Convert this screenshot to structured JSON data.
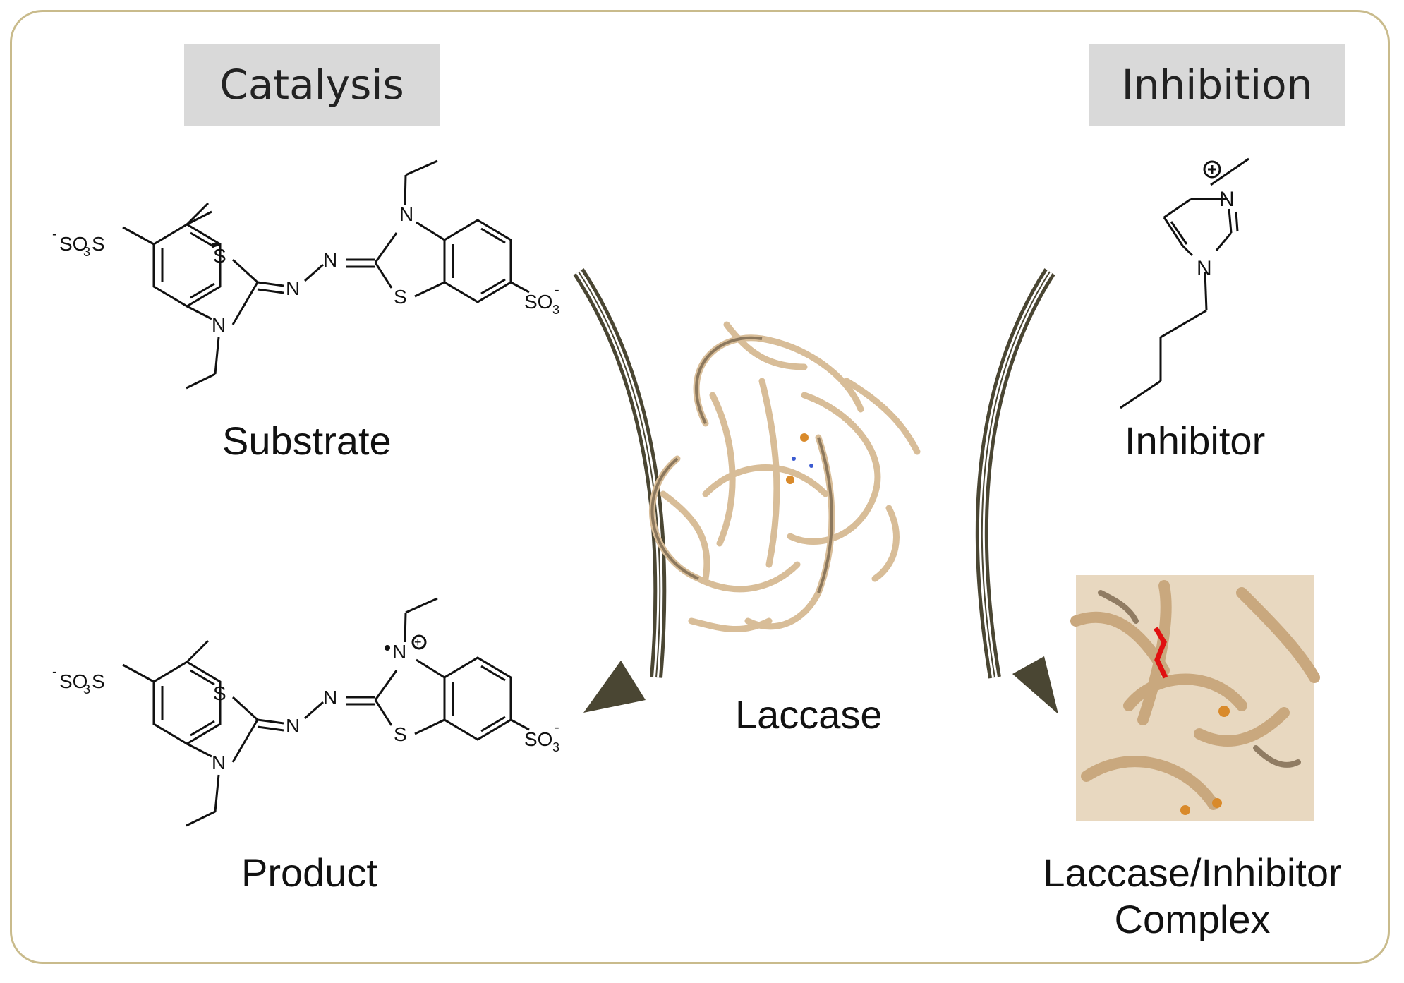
{
  "headers": {
    "catalysis": "Catalysis",
    "inhibition": "Inhibition"
  },
  "labels": {
    "substrate": "Substrate",
    "product": "Product",
    "laccase": "Laccase",
    "inhibitor": "Inhibitor",
    "complex_line1": "Laccase/Inhibitor",
    "complex_line2": "Complex"
  },
  "atoms": {
    "N": "N",
    "S": "S",
    "SO3": "SO",
    "sub3": "3",
    "minus": "-",
    "plus": "+"
  },
  "colors": {
    "frame": "#c9bb8c",
    "arrow": "#4a4633",
    "protein": "#d8bd98",
    "inhibitor_ligand": "#e01010",
    "copper": "#d98a2b"
  }
}
